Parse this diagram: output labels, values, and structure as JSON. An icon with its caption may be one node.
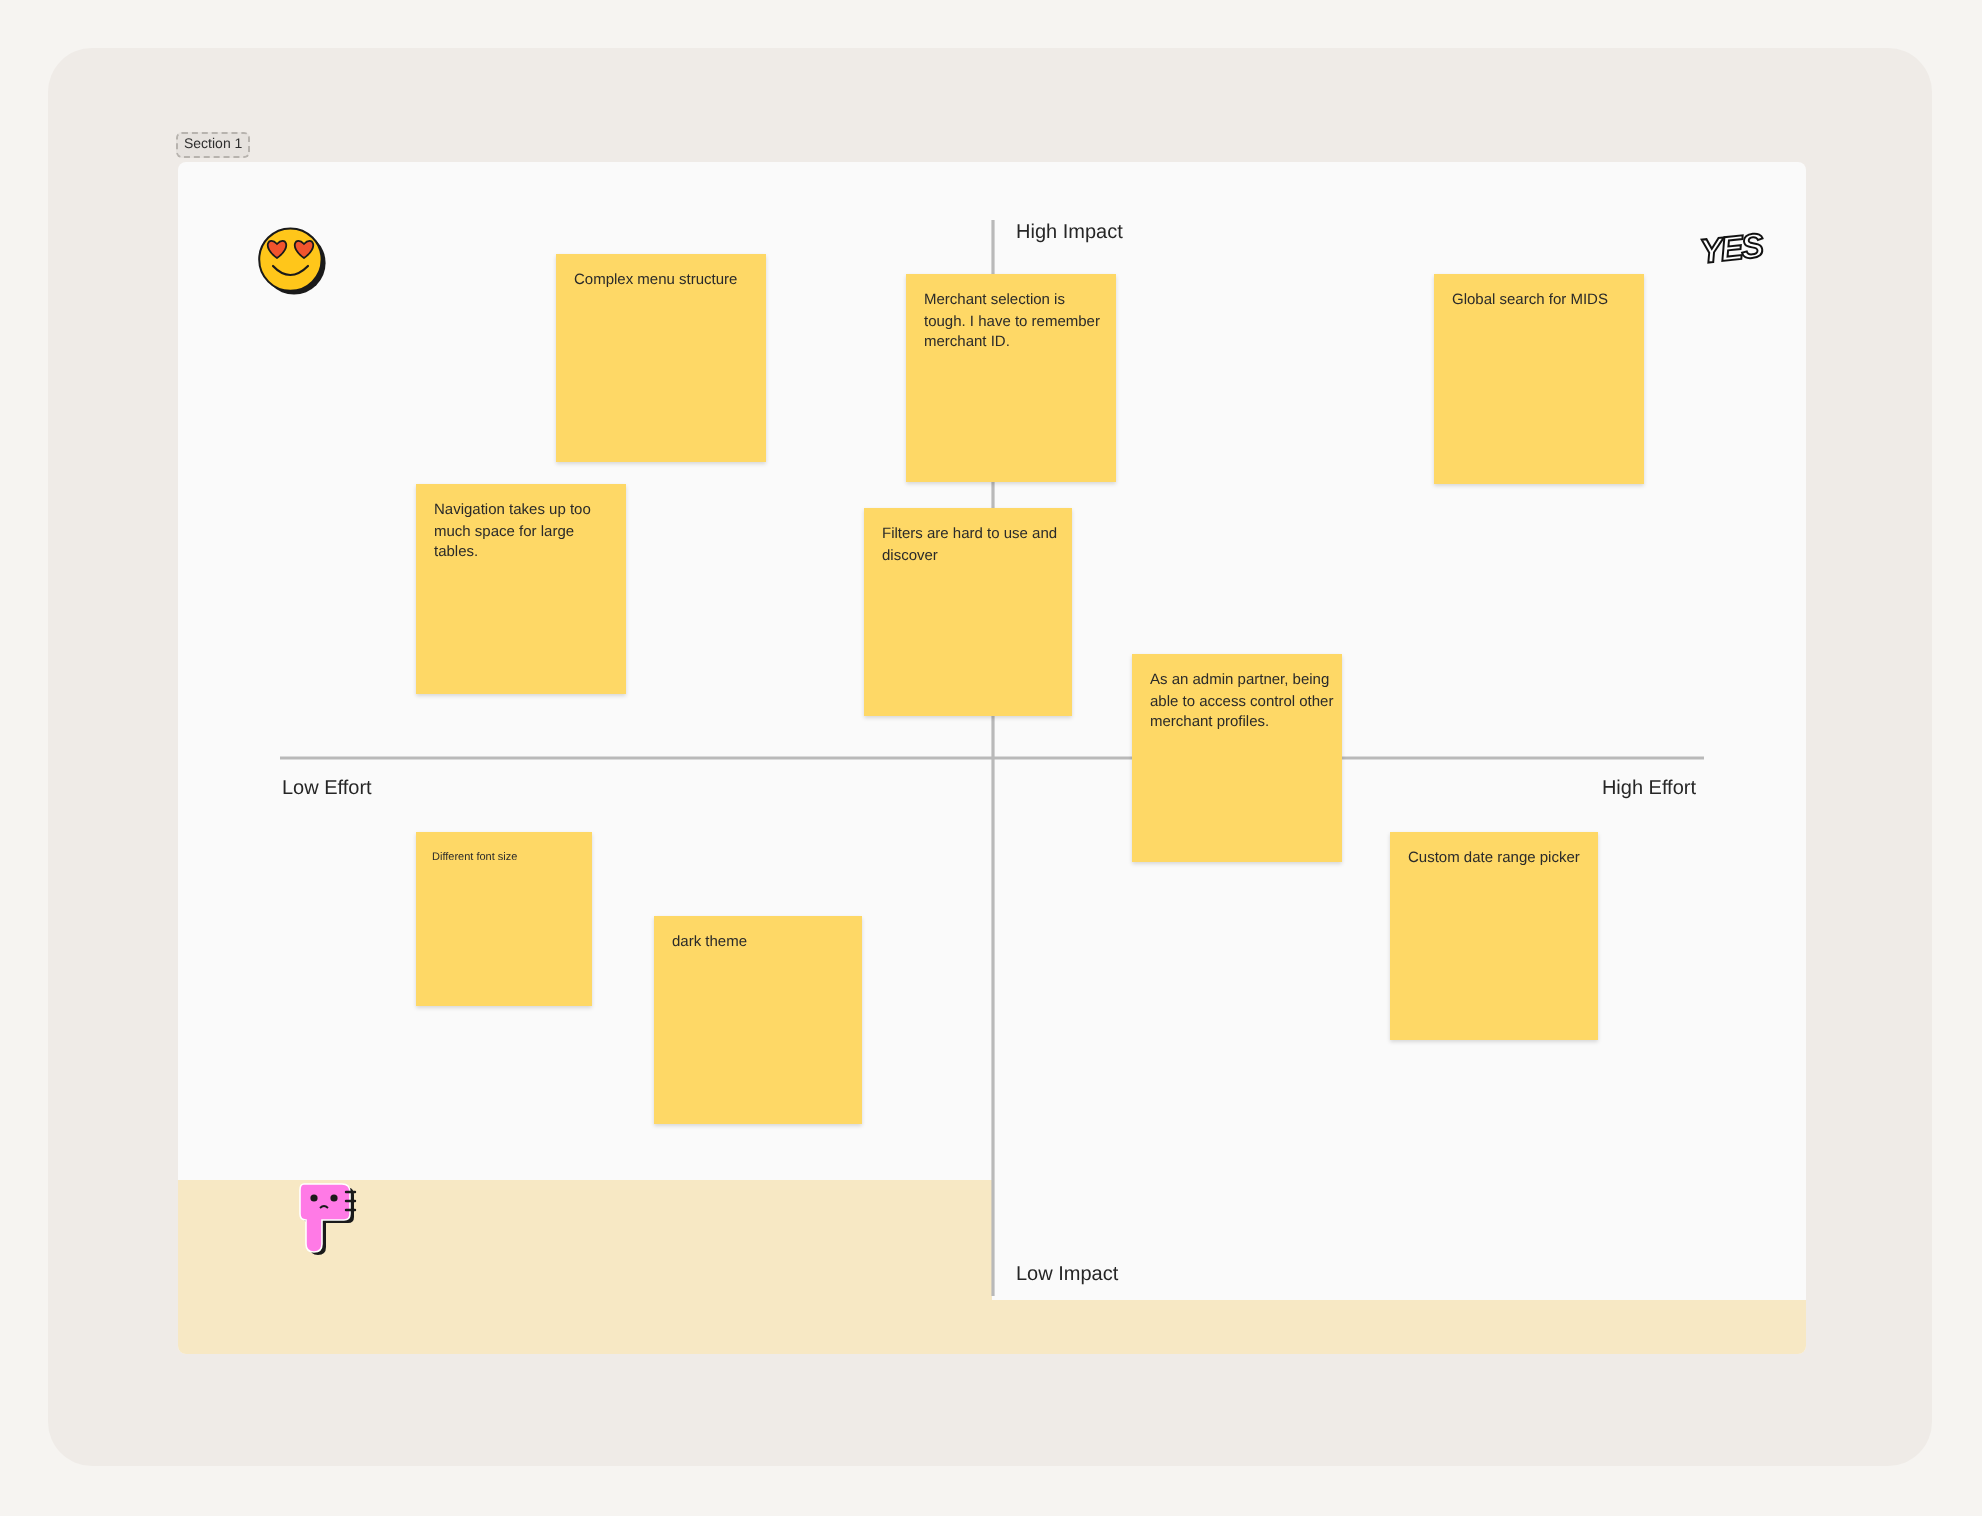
{
  "diagram": {
    "nodes": [
      {
        "text": [
          "Section 1"
        ]
      },
      {
        "text": [
          "Complex menu structure"
        ],
        "in": 0
      },
      {
        "text": [
          "Merchant selection is tough. I have to remember merchant ID."
        ],
        "in": 0
      },
      {
        "text": [
          "Global search for MIDS"
        ],
        "in": 0
      },
      {
        "text": [
          "Navigation takes up too much space for large tables."
        ],
        "in": 0
      },
      {
        "text": [
          "Filters are hard to use and discover"
        ],
        "in": 0
      },
      {
        "text": [
          "As an admin partner, being able to access control other merchant profiles."
        ],
        "in": 0
      },
      {
        "text": [
          "Different font size"
        ],
        "in": 0
      },
      {
        "text": [
          "Custom date range picker"
        ],
        "in": 0
      },
      {
        "text": [
          "dark theme"
        ],
        "in": 0
      }
    ],
    "labels": [
      "High Impact",
      "YES",
      "Low Effort",
      "High Effort",
      "Low Impact"
    ]
  }
}
